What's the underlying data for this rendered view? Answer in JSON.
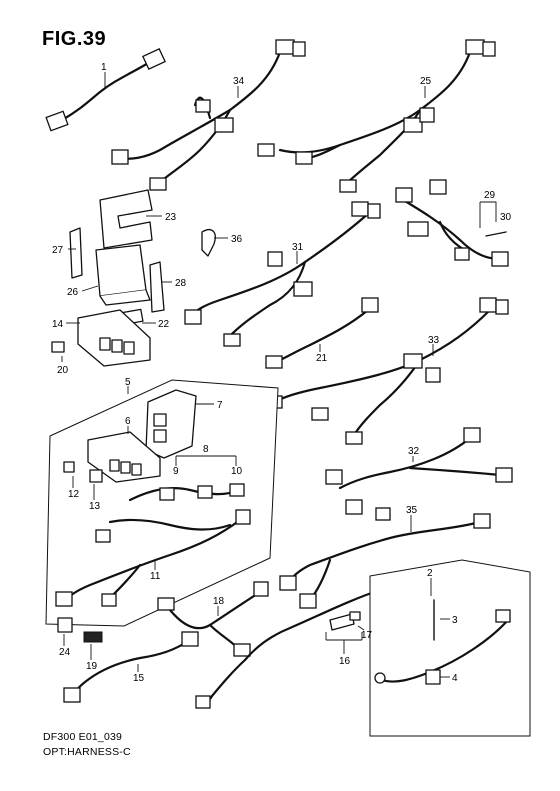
{
  "figure": {
    "title": "FIG.39",
    "code": "DF300 E01_039",
    "subtitle": "OPT:HARNESS-C"
  },
  "callouts": [
    "1",
    "2",
    "3",
    "4",
    "5",
    "6",
    "7",
    "8",
    "9",
    "10",
    "11",
    "12",
    "13",
    "14",
    "15",
    "16",
    "17",
    "18",
    "19",
    "20",
    "21",
    "22",
    "23",
    "24",
    "25",
    "26",
    "27",
    "28",
    "29",
    "30",
    "31",
    "32",
    "33",
    "34",
    "35",
    "36"
  ]
}
